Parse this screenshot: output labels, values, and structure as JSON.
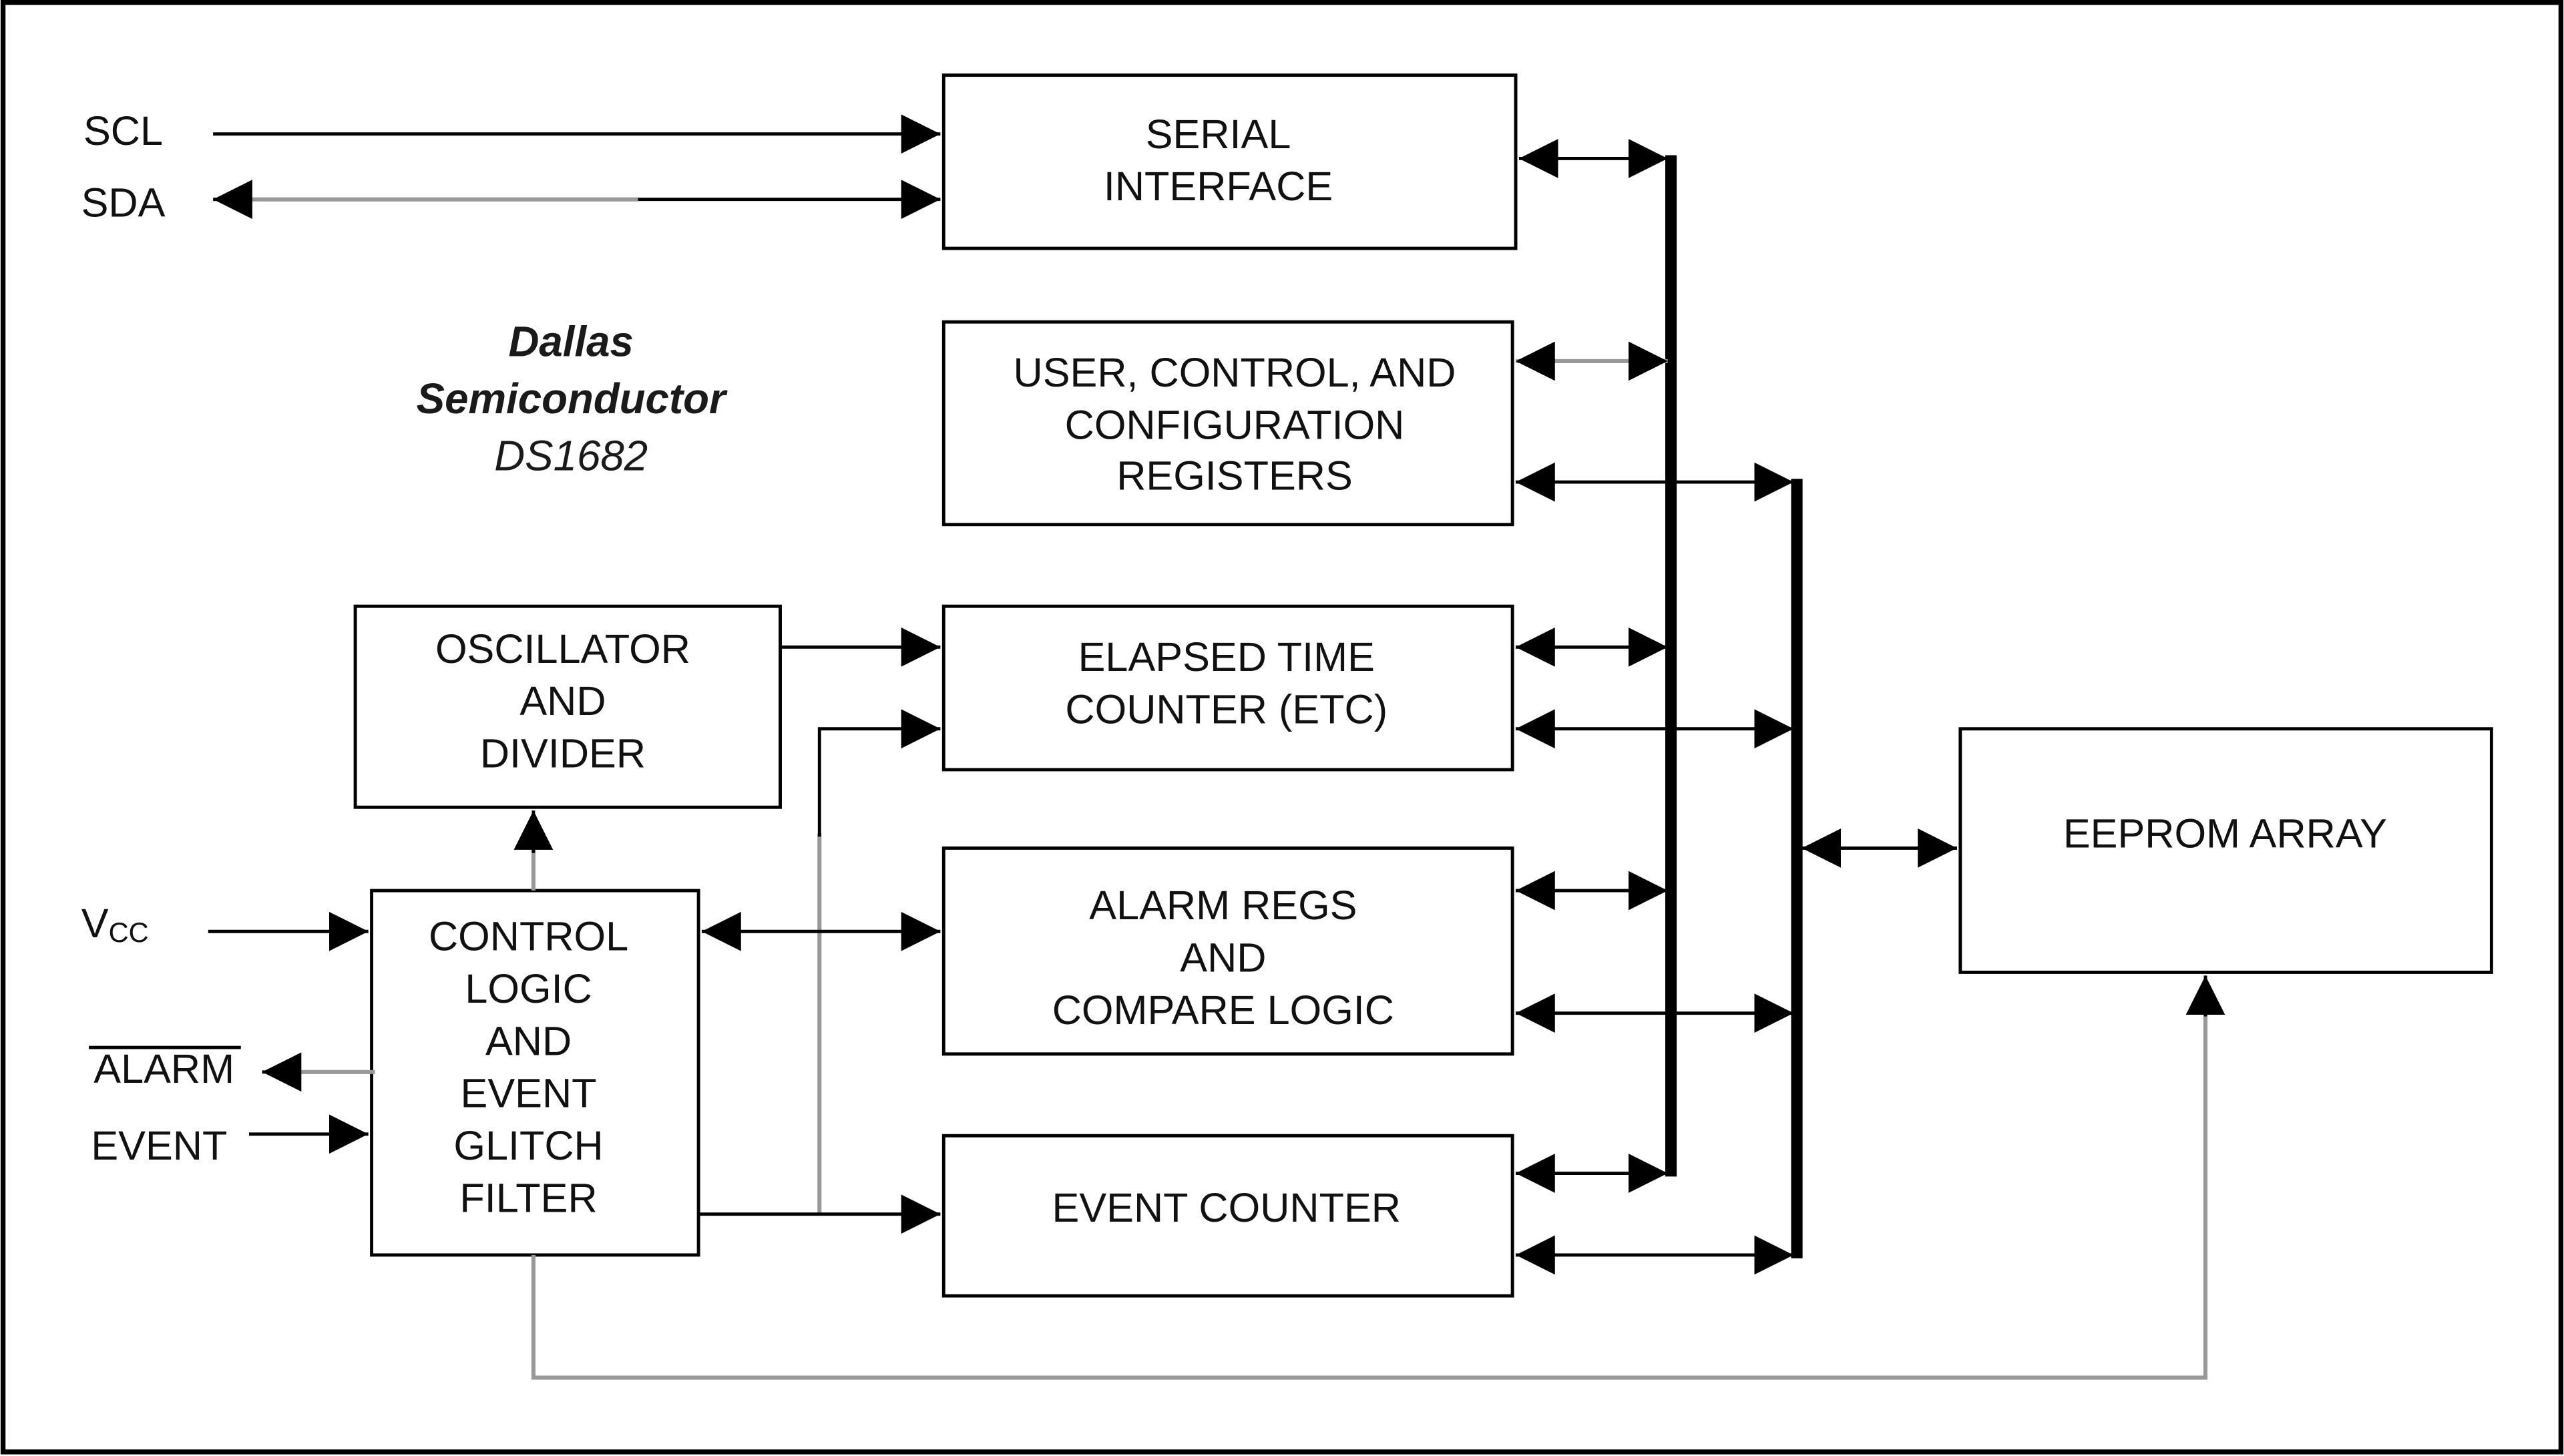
{
  "diagram": {
    "brand": {
      "line1": "Dallas",
      "line2": "Semiconductor",
      "line3": "DS1682"
    },
    "signals": {
      "scl": "SCL",
      "sda": "SDA",
      "vcc_main": "V",
      "vcc_sub": "CC",
      "alarm": "ALARM",
      "event": "EVENT"
    },
    "blocks": {
      "serial_interface": [
        "SERIAL",
        "INTERFACE"
      ],
      "registers": [
        "USER, CONTROL, AND",
        "CONFIGURATION",
        "REGISTERS"
      ],
      "oscillator": [
        "OSCILLATOR",
        "AND",
        "DIVIDER"
      ],
      "etc": [
        "ELAPSED TIME",
        "COUNTER (ETC)"
      ],
      "alarm_regs": [
        "ALARM REGS",
        "AND",
        "COMPARE LOGIC"
      ],
      "event_counter": [
        "EVENT COUNTER"
      ],
      "control_logic": [
        "CONTROL",
        "LOGIC",
        "AND",
        "EVENT",
        "GLITCH",
        "FILTER"
      ],
      "eeprom": [
        "EEPROM ARRAY"
      ]
    },
    "colors": {
      "line": "#000000",
      "secondary_line": "#999999",
      "background": "#ffffff"
    }
  }
}
